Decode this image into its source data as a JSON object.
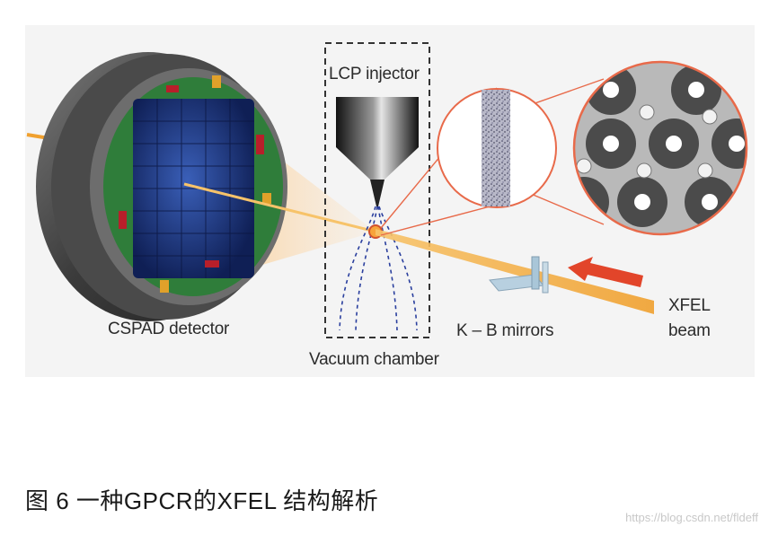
{
  "labels": {
    "lcp_injector": "LCP injector",
    "cspad_detector": "CSPAD detector",
    "vacuum_chamber": "Vacuum chamber",
    "kb_mirrors": "K – B mirrors",
    "xfel_beam_line1": "XFEL",
    "xfel_beam_line2": "beam"
  },
  "caption": "图 6 一种GPCR的XFEL 结构解析",
  "watermark": "https://blog.csdn.net/fldeff",
  "colors": {
    "beam": "#f2a531",
    "arrow": "#e2452a",
    "callout": "#e86a4a",
    "detector_blue": "#1e3a8a",
    "detector_green": "#2f7d3a"
  }
}
